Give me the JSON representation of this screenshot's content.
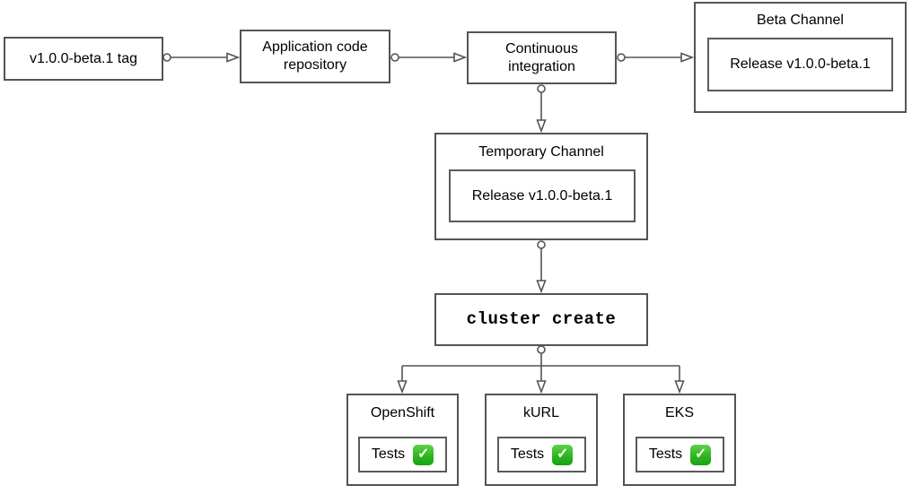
{
  "diagram": {
    "nodes": {
      "tag": {
        "label": "v1.0.0-beta.1 tag"
      },
      "app_repo": {
        "label": "Application code repository"
      },
      "ci": {
        "label": "Continuous integration"
      },
      "beta_channel": {
        "title": "Beta Channel",
        "release_label": "Release v1.0.0-beta.1"
      },
      "temp_channel": {
        "title": "Temporary Channel",
        "release_label": "Release v1.0.0-beta.1"
      },
      "cluster_create": {
        "label": "cluster create"
      },
      "openshift": {
        "title": "OpenShift",
        "tests_label": "Tests"
      },
      "kurl": {
        "title": "kURL",
        "tests_label": "Tests"
      },
      "eks": {
        "title": "EKS",
        "tests_label": "Tests"
      }
    },
    "icons": {
      "check": "✓"
    },
    "colors": {
      "stroke": "#545454",
      "text": "#000000",
      "check_green": "#2eb520",
      "background": "#ffffff"
    }
  }
}
